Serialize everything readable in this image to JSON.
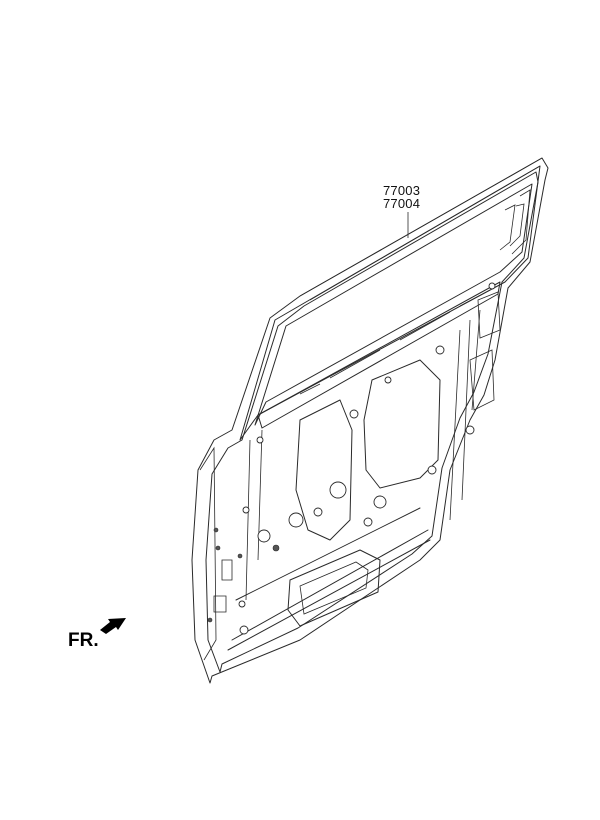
{
  "diagram": {
    "part_numbers": [
      "77003",
      "77004"
    ],
    "direction_label": "FR."
  },
  "colors": {
    "line": "#2a2a2a",
    "background": "#ffffff"
  }
}
